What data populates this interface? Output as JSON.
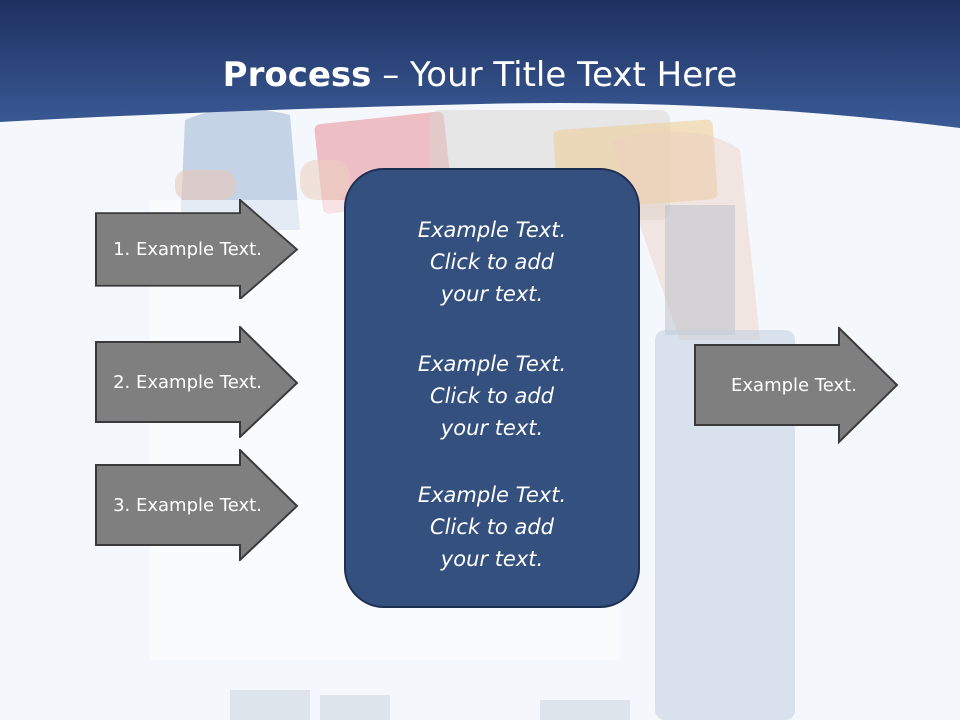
{
  "slide": {
    "title_bold": "Process",
    "title_separator": " – ",
    "title_rest": "Your Title Text Here"
  },
  "inputs": [
    {
      "label": "1. Example Text."
    },
    {
      "label": "2. Example Text."
    },
    {
      "label": "3. Example Text."
    }
  ],
  "center_box": {
    "items": [
      {
        "line1": "Example Text.",
        "line2": "Click  to add",
        "line3": "your text."
      },
      {
        "line1": "Example Text.",
        "line2": "Click  to add",
        "line3": "your text."
      },
      {
        "line1": "Example Text.",
        "line2": "Click  to add",
        "line3": "your text."
      }
    ]
  },
  "output": {
    "label": "Example Text."
  },
  "colors": {
    "header_dark": "#1e3160",
    "header_light": "#3b5c98",
    "arrow_fill": "#7f7f7f",
    "arrow_stroke": "#3a3a3a",
    "box_fill": "#34507f",
    "box_stroke": "#1d2f52"
  }
}
